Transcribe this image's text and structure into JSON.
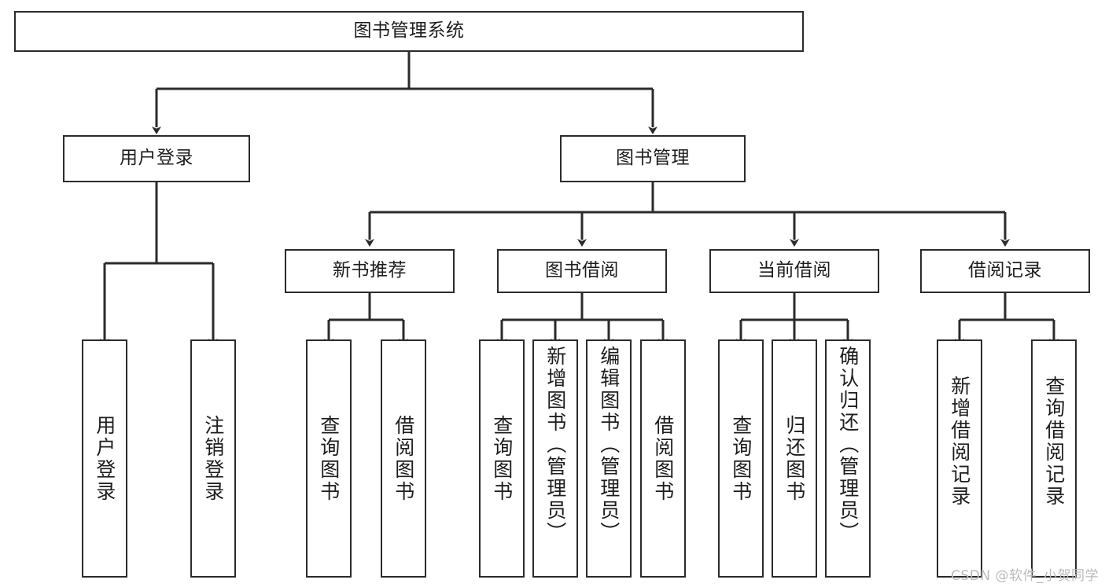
{
  "diagram": {
    "title": "图书管理系统",
    "type": "tree",
    "orientation": "top-down",
    "colors": {
      "background": "#ffffff",
      "node_fill": "#ffffff",
      "node_border": "#2b2b2b",
      "edge": "#2b2b2b",
      "text": "#1d1d1d",
      "watermark": "#b9b9b9"
    },
    "root": {
      "label": "图书管理系统"
    },
    "level2": [
      {
        "id": "user-login",
        "label": "用户登录"
      },
      {
        "id": "book-management",
        "label": "图书管理"
      }
    ],
    "level3": [
      {
        "id": "new-book-recommend",
        "label": "新书推荐",
        "parent": "book-management"
      },
      {
        "id": "book-borrow",
        "label": "图书借阅",
        "parent": "book-management"
      },
      {
        "id": "current-borrow",
        "label": "当前借阅",
        "parent": "book-management"
      },
      {
        "id": "borrow-record",
        "label": "借阅记录",
        "parent": "book-management"
      }
    ],
    "leaves": {
      "user_login": [
        {
          "id": "leaf-user-login",
          "label": "用户登录"
        },
        {
          "id": "leaf-logout-login",
          "label": "注销登录"
        }
      ],
      "new_book_recommend": [
        {
          "id": "leaf-query-book-1",
          "label": "查询图书"
        },
        {
          "id": "leaf-borrow-book-1",
          "label": "借阅图书"
        }
      ],
      "book_borrow": [
        {
          "id": "leaf-query-book-2",
          "label": "查询图书"
        },
        {
          "id": "leaf-add-book",
          "label": "新增图书（管理员）"
        },
        {
          "id": "leaf-edit-book",
          "label": "编辑图书（管理员）"
        },
        {
          "id": "leaf-borrow-book-2",
          "label": "借阅图书"
        }
      ],
      "current_borrow": [
        {
          "id": "leaf-query-book-3",
          "label": "查询图书"
        },
        {
          "id": "leaf-return-book",
          "label": "归还图书"
        },
        {
          "id": "leaf-confirm-return",
          "label": "确认归还（管理员）"
        }
      ],
      "borrow_record": [
        {
          "id": "leaf-add-record",
          "label": "新增借阅记录"
        },
        {
          "id": "leaf-query-record",
          "label": "查询借阅记录"
        }
      ]
    }
  },
  "watermark": {
    "text": "CSDN @软件_小贺同学"
  }
}
